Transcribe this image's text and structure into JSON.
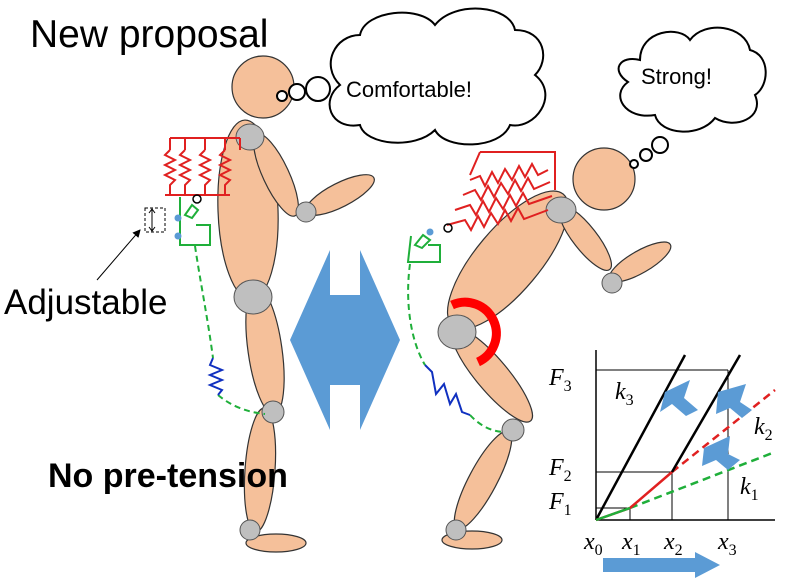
{
  "title": "New proposal",
  "left_thought": "Comfortable!",
  "right_thought": "Strong!",
  "adjustable_label": "Adjustable",
  "pretension_label": "No pre-tension",
  "graph": {
    "y_labels": {
      "F3": {
        "base": "F",
        "sub": "3"
      },
      "F2": {
        "base": "F",
        "sub": "2"
      },
      "F1": {
        "base": "F",
        "sub": "1"
      }
    },
    "x_labels": {
      "x0": {
        "base": "x",
        "sub": "0"
      },
      "x1": {
        "base": "x",
        "sub": "1"
      },
      "x2": {
        "base": "x",
        "sub": "2"
      },
      "x3": {
        "base": "x",
        "sub": "3"
      }
    },
    "k_labels": {
      "k1": {
        "base": "k",
        "sub": "1"
      },
      "k2": {
        "base": "k",
        "sub": "2"
      },
      "k3": {
        "base": "k",
        "sub": "3"
      }
    }
  },
  "colors": {
    "skin": "#F5C09A",
    "joint": "#BFBFBF",
    "arrow_blue": "#5B9BD5",
    "spring_red": "#E02020",
    "spring_green": "#1FAF3A",
    "spring_blue": "#1030C0",
    "hip_arc": "#FF0000"
  }
}
